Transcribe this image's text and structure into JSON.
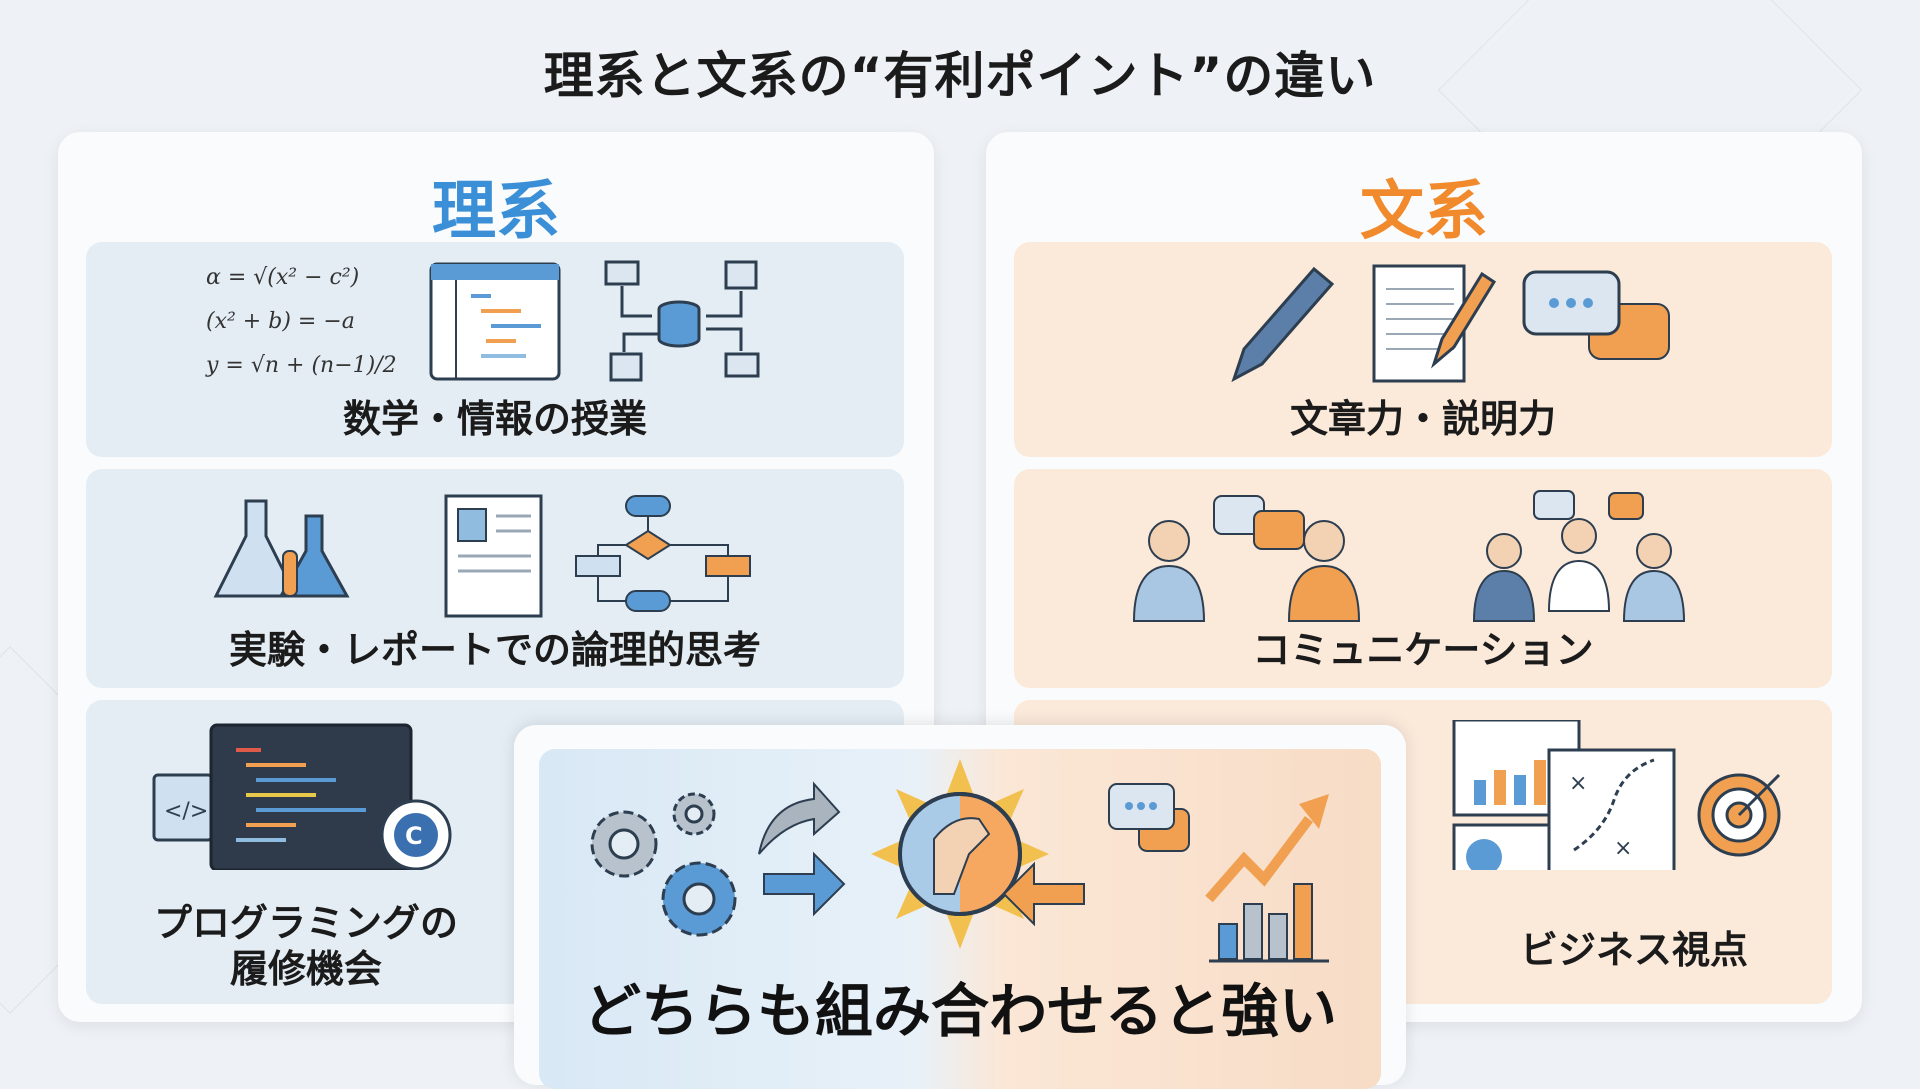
{
  "title": "理系と文系の“有利ポイント”の違い",
  "science": {
    "heading": "理系",
    "color": "#3a8fd6",
    "items": [
      {
        "label": "数学・情報の授業",
        "math": [
          "α = √(x² − c²)",
          "(x² + b) = −a",
          "y = √n + (n−1)/2"
        ]
      },
      {
        "label": "実験・レポートでの論理的思考"
      },
      {
        "label_line1": "プログラミングの",
        "label_line2": "履修機会"
      }
    ]
  },
  "humanities": {
    "heading": "文系",
    "color": "#f08a2c",
    "items": [
      {
        "label": "文章力・説明力"
      },
      {
        "label": "コミュニケーション"
      },
      {
        "label": "ビジネス視点"
      }
    ]
  },
  "center": {
    "slogan": "どちらも組み合わせると強い"
  }
}
